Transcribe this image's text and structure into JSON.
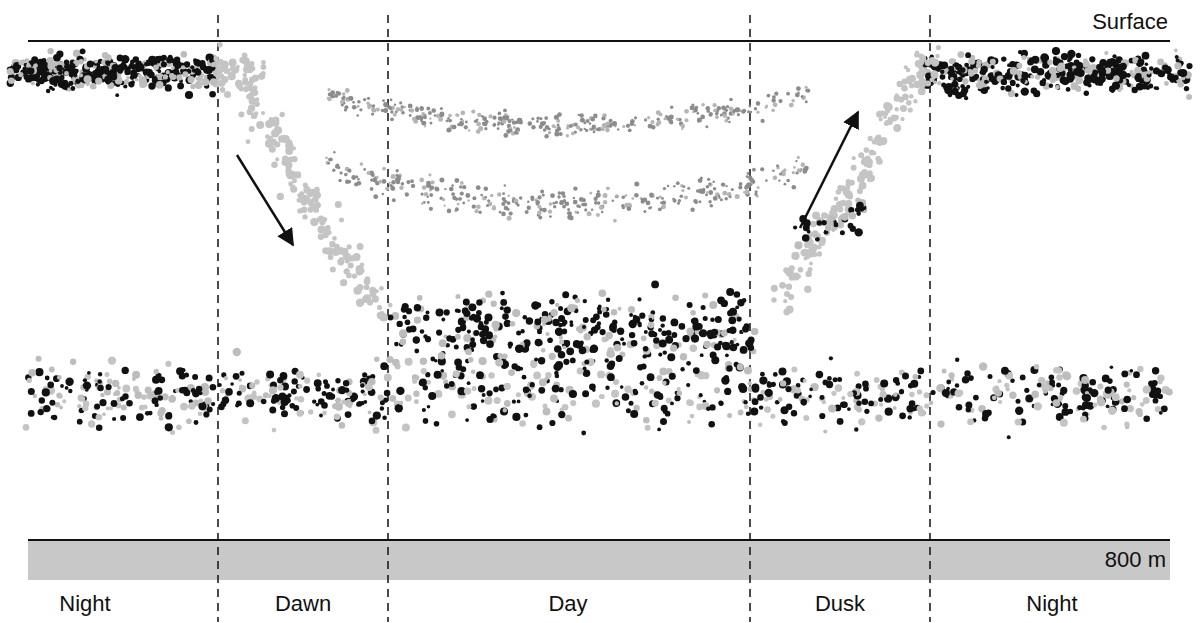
{
  "diagram": {
    "labels": [
      "Surface",
      "800 m",
      "Night",
      "Dawn",
      "Day",
      "Dusk",
      "Night"
    ]
  }
}
